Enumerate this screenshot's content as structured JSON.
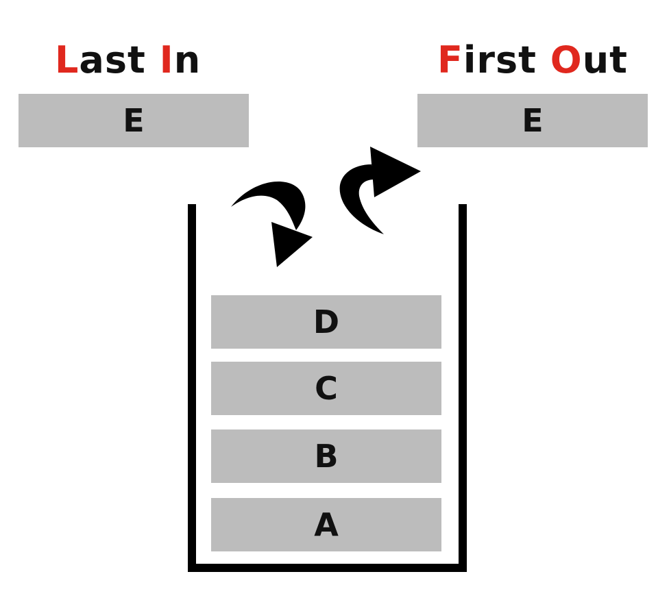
{
  "titles": {
    "left": {
      "accent1": "L",
      "rest1": "ast ",
      "accent2": "I",
      "rest2": "n"
    },
    "right": {
      "accent1": "F",
      "rest1": "irst ",
      "accent2": "O",
      "rest2": "ut"
    }
  },
  "incoming_block": "E",
  "outgoing_block": "E",
  "stack": {
    "items": [
      "D",
      "C",
      "B",
      "A"
    ]
  },
  "colors": {
    "accent": "#e0281e",
    "block_fill": "#bcbcbc",
    "text": "#111111",
    "stroke": "#000000"
  }
}
